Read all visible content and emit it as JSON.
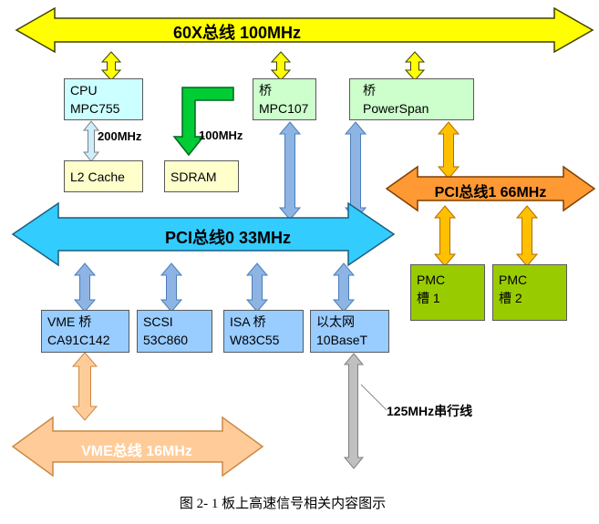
{
  "diagram": {
    "caption": "图 2- 1 板上高速信号相关内容图示",
    "buses": {
      "bus60x": "60X总线 100MHz",
      "pci0": "PCI总线0 33MHz",
      "pci1": "PCI总线1 66MHz",
      "vme": "VME总线 16MHz"
    },
    "boxes": {
      "cpu": {
        "l1": "CPU",
        "l2": "MPC755"
      },
      "l2cache": {
        "l1": "L2 Cache"
      },
      "sdram": {
        "l1": "SDRAM"
      },
      "mpc107": {
        "l1": "桥",
        "l2": "MPC107"
      },
      "powerspan": {
        "l1": "桥",
        "l2": "PowerSpan"
      },
      "pmc1": {
        "l1": "PMC",
        "l2": "槽 1"
      },
      "pmc2": {
        "l1": "PMC",
        "l2": "槽 2"
      },
      "vmebridge": {
        "l1": "VME 桥",
        "l2": "CA91C142"
      },
      "scsi": {
        "l1": "SCSI",
        "l2": "53C860"
      },
      "isa": {
        "l1": "ISA 桥",
        "l2": "W83C55"
      },
      "ethernet": {
        "l1": "以太网",
        "l2": "10BaseT"
      }
    },
    "labels": {
      "l2_freq": "200MHz",
      "sdram_freq": "100MHz",
      "serial_line": "125MHz串行线"
    },
    "colors": {
      "bus_60x": "#ffff00",
      "bus_pci0": "#33ccff",
      "bus_pci1": "#ff9933",
      "bus_vme": "#ffcc99",
      "connector_yellow": "#ffff00",
      "connector_blue": "#8eb4e3",
      "connector_orange": "#ffc000",
      "connector_peach": "#ffcc99",
      "connector_gray": "#c0c0c0",
      "connector_green": "#00cc33",
      "connector_lightblue": "#cceeff",
      "box_cpu": "#ccffff",
      "box_bridge": "#ccffcc",
      "box_memory": "#ffffcc",
      "box_pmc": "#99cc00",
      "box_device": "#99ccff"
    }
  }
}
